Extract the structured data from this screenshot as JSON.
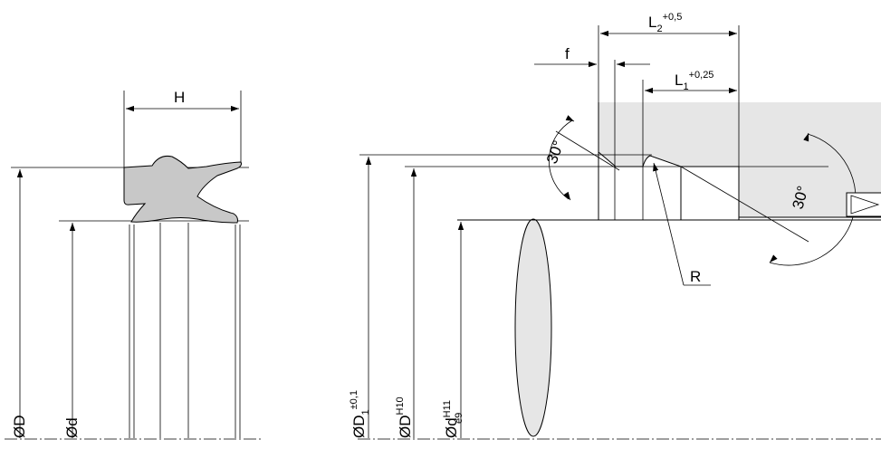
{
  "seal": {
    "h_label": "H",
    "outer_dia_label": "ØD",
    "inner_dia_label": "Ød"
  },
  "housing": {
    "l2_base": "L",
    "l2_sub": "2",
    "l2_tol": "+0,5",
    "l1_base": "L",
    "l1_sub": "1",
    "l1_tol": "+0,25",
    "f_label": "f",
    "r_label": "R",
    "angle_left": "30°",
    "angle_right": "30°",
    "d1_base": "ØD",
    "d1_sub": "1",
    "d1_tol": "±0,1",
    "dh_base": "ØD",
    "dh_tol": "H10",
    "d_base": "Ød",
    "d_tol_top": "H11",
    "d_tol_bottom": "e9"
  },
  "colors": {
    "seal_fill": "#c8c8c8",
    "groove_fill": "#e6e6e6",
    "rod_fill": "#e6e6e6"
  }
}
